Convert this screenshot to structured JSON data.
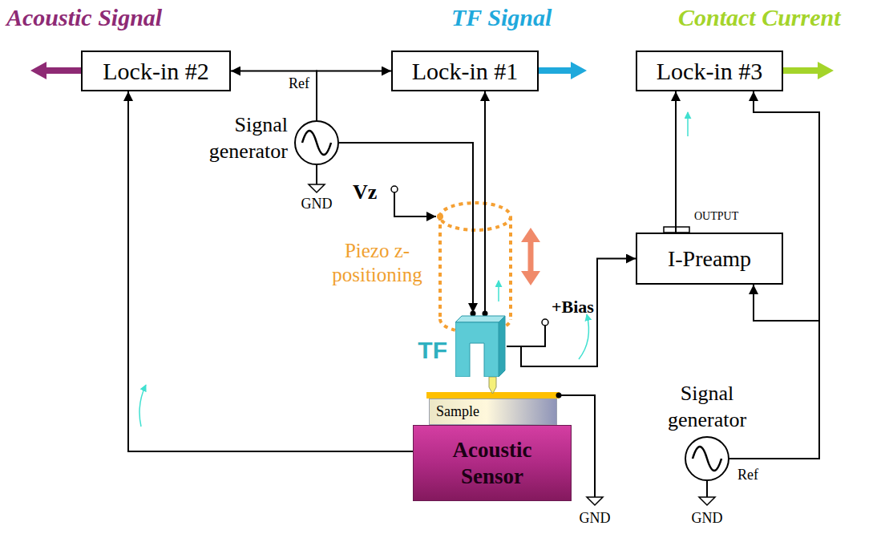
{
  "diagram": {
    "nodes": [
      {
        "text": [
          "Lock-in #2"
        ]
      },
      {
        "text": [
          "Lock-in #1"
        ]
      },
      {
        "text": [
          "Lock-in #3"
        ]
      },
      {
        "text": [
          "Signal generator"
        ]
      },
      {
        "text": [
          "TF"
        ]
      },
      {
        "text": [
          "I-Preamp"
        ]
      },
      {
        "text": [
          "Sample"
        ]
      },
      {
        "text": [
          "Acoustic Sensor"
        ]
      },
      {
        "text": [
          "Signal generator"
        ]
      }
    ],
    "edges": [
      {
        "from": 3,
        "to": 0,
        "arrow": "to"
      },
      {
        "from": 3,
        "to": 1,
        "arrow": "to"
      },
      {
        "from": 3,
        "to": 4,
        "arrow": "to"
      },
      {
        "from": 4,
        "to": 1,
        "arrow": "to"
      },
      {
        "from": 7,
        "to": 0,
        "arrow": "to"
      },
      {
        "from": 4,
        "to": 5,
        "arrow": "to"
      },
      {
        "from": 5,
        "to": 2,
        "arrow": "to"
      },
      {
        "from": 8,
        "to": 5,
        "arrow": "to"
      },
      {
        "from": 8,
        "to": 2,
        "arrow": "to"
      }
    ],
    "labels": [
      "Acoustic Signal",
      "TF Signal",
      "Contact Current",
      "Ref",
      "GND",
      "Vz",
      "Piezo z-positioning",
      "+Bias",
      "OUTPUT",
      "Ref",
      "GND",
      "GND"
    ]
  }
}
